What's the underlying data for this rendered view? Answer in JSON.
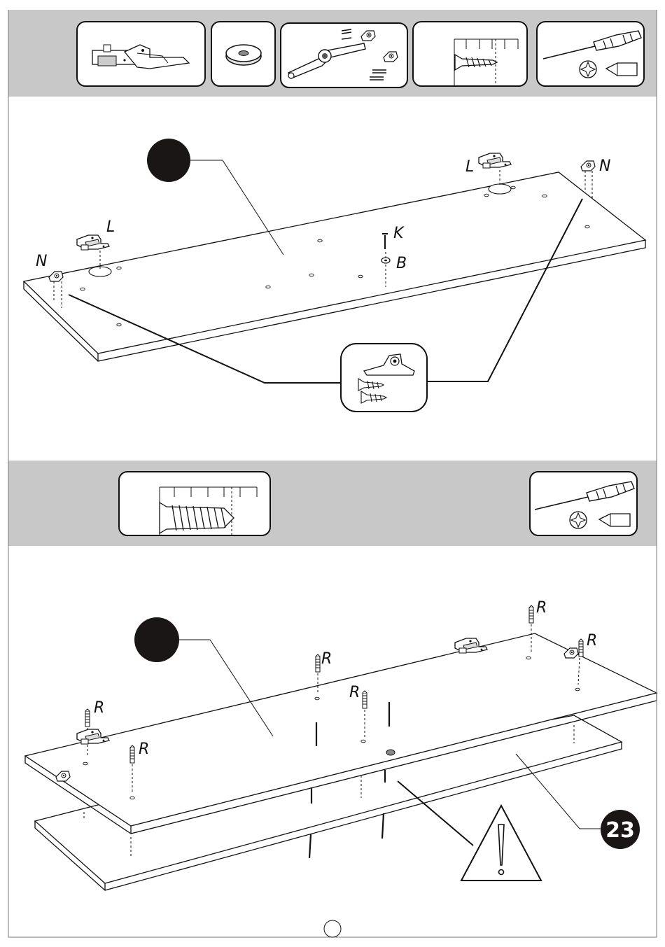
{
  "section1": {
    "labels": {
      "hinge_left": "L",
      "hinge_right": "L",
      "plate_left": "N",
      "plate_right": "N",
      "screw": "K",
      "washer": "B"
    }
  },
  "section2": {
    "labels": {
      "r1": "R",
      "r2": "R",
      "r3": "R",
      "r4": "R",
      "r5": "R",
      "r6": "R"
    },
    "callout_number": "23"
  },
  "colors": {
    "toolbar_bg": "#c8c8c8",
    "line": "#111111",
    "marker": "#1a1616"
  }
}
